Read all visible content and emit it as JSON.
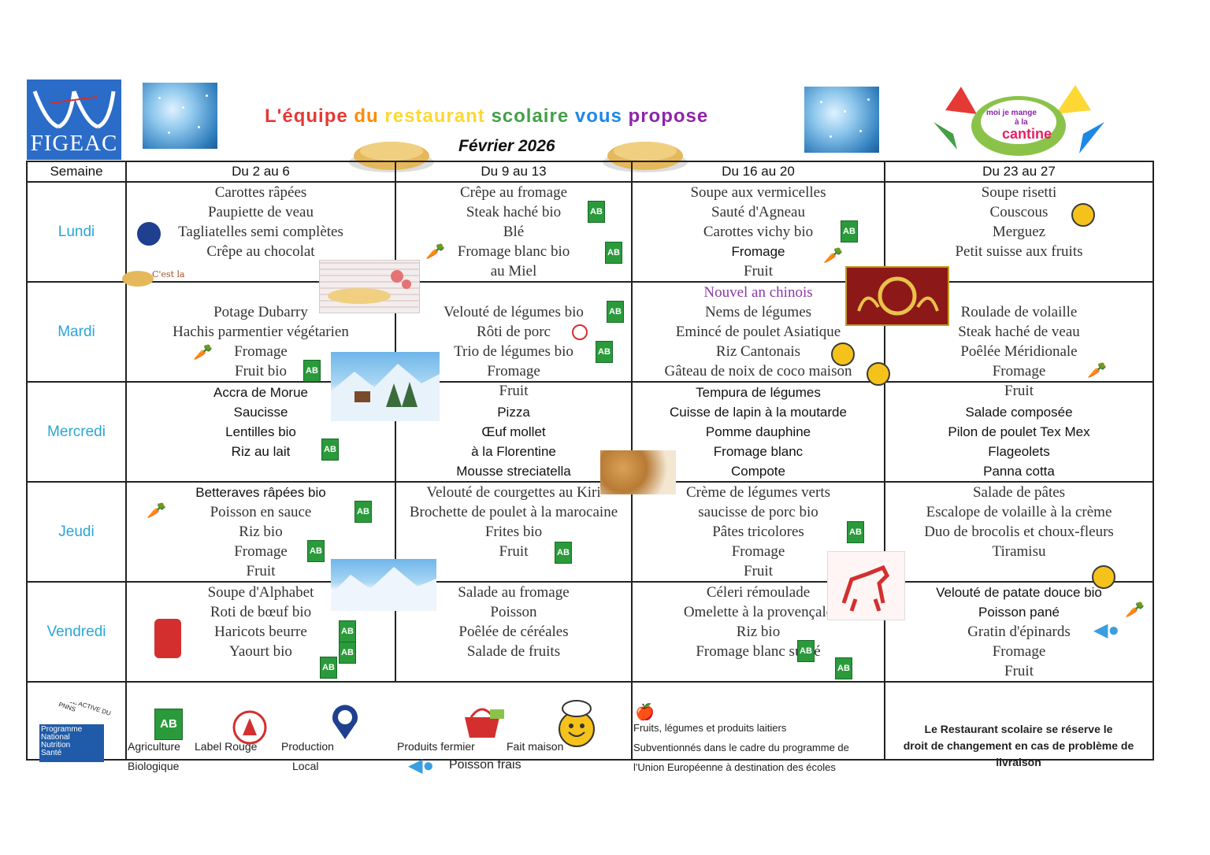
{
  "header": {
    "logo_text": "FIGEAC",
    "title": "L'équipe du restaurant scolaire vous propose",
    "title_colors": [
      "#e53935",
      "#fb8c00",
      "#fdd835",
      "#43a047",
      "#1e88e5",
      "#8e24aa",
      "#e53935",
      "#2aa6d6",
      "#43a047"
    ],
    "subtitle": "Février  2026",
    "cantine_text": [
      "moi je mange",
      "à la",
      "cantine"
    ]
  },
  "columns": {
    "label": "Semaine",
    "weeks": [
      "Du 2 au 6",
      "Du 9 au 13",
      "Du 16 au 20",
      "Du 23 au 27"
    ]
  },
  "days": [
    {
      "name": "Lundi",
      "weeks": [
        [
          "Carottes râpées",
          "Paupiette de veau",
          "Tagliatelles semi complètes",
          "Crêpe au chocolat"
        ],
        [
          "Crêpe au fromage",
          "Steak haché bio",
          "Blé",
          "Fromage blanc bio",
          "au Miel"
        ],
        [
          "Soupe aux vermicelles",
          "Sauté d'Agneau",
          "Carottes vichy bio",
          "Fromage",
          "Fruit"
        ],
        [
          "Soupe risetti",
          "Couscous",
          "Merguez",
          "Petit suisse aux fruits"
        ]
      ]
    },
    {
      "name": "Mardi",
      "weeks": [
        [
          "",
          "Potage Dubarry",
          "Hachis parmentier végétarien",
          "Fromage",
          "Fruit bio"
        ],
        [
          "",
          "Velouté de légumes bio",
          "Rôti de porc",
          "Trio de légumes bio",
          "Fromage",
          "Fruit"
        ],
        [
          "Nouvel an chinois",
          "Nems de légumes",
          "Emincé de poulet Asiatique",
          "Riz Cantonais",
          "Gâteau de noix de coco maison"
        ],
        [
          "",
          "Roulade de volaille",
          "Steak haché de veau",
          "Poêlée Méridionale",
          "Fromage",
          "Fruit"
        ]
      ]
    },
    {
      "name": "Mercredi",
      "weeks": [
        [
          "Accra de Morue",
          "Saucisse",
          "Lentilles bio",
          "Riz au lait"
        ],
        [
          "",
          "Pizza",
          "Œuf mollet",
          "à la Florentine",
          "Mousse streciatella"
        ],
        [
          "Tempura de légumes",
          "Cuisse de lapin à la moutarde",
          "Pomme dauphine",
          "Fromage blanc",
          "Compote"
        ],
        [
          "",
          "Salade composée",
          "Pilon de poulet Tex Mex",
          "Flageolets",
          "Panna cotta"
        ]
      ]
    },
    {
      "name": "Jeudi",
      "weeks": [
        [
          "Betteraves râpées bio",
          "Poisson en sauce",
          "Riz bio",
          "Fromage",
          "Fruit"
        ],
        [
          "Velouté de courgettes au Kiri",
          "Brochette de poulet à la marocaine",
          "Frites bio",
          "Fruit"
        ],
        [
          "Crème de légumes verts",
          "saucisse de porc bio",
          "Pâtes tricolores",
          "Fromage",
          "Fruit"
        ],
        [
          "Salade de pâtes",
          "Escalope de volaille à la crème",
          "Duo de brocolis  et choux-fleurs",
          "Tiramisu"
        ]
      ]
    },
    {
      "name": "Vendredi",
      "weeks": [
        [
          "Soupe d'Alphabet",
          "Roti de bœuf bio",
          "Haricots beurre",
          "Yaourt bio"
        ],
        [
          "Salade au fromage",
          "Poisson",
          "Poêlée de céréales",
          "Salade de fruits"
        ],
        [
          "Céleri rémoulade",
          "Omelette à la provençale",
          "Riz bio",
          "Fromage blanc sucré"
        ],
        [
          "Velouté de patate douce bio",
          "Poisson pané",
          "Gratin d'épinards",
          "Fromage",
          "Fruit"
        ]
      ]
    }
  ],
  "footer": {
    "pnns_text": [
      "Programme",
      "National",
      "Nutrition",
      "Santé"
    ],
    "pnns_arc": "VILLE ACTIVE DU PNNS",
    "agri": "Agriculture",
    "bio": "Biologique",
    "label_rouge": "Label Rouge",
    "production": "Production",
    "local": "Local",
    "fermier": "Produits fermier",
    "fait_maison": "Fait maison",
    "poisson": "Poisson frais",
    "eu_lines": [
      "Fruits, légumes et produits laitiers",
      "Subventionnés dans le cadre du programme de",
      "l'Union Européenne à destination des écoles"
    ],
    "notice": [
      "Le Restaurant scolaire se réserve le",
      "droit de changement en cas de problème de",
      "livraison"
    ]
  },
  "badges": {
    "ab": "AB"
  },
  "colors": {
    "day": "#2aa6d6",
    "special": "#8a3aa8",
    "ab_green": "#2a9a3b",
    "logo_blue": "#2b6cc8"
  }
}
